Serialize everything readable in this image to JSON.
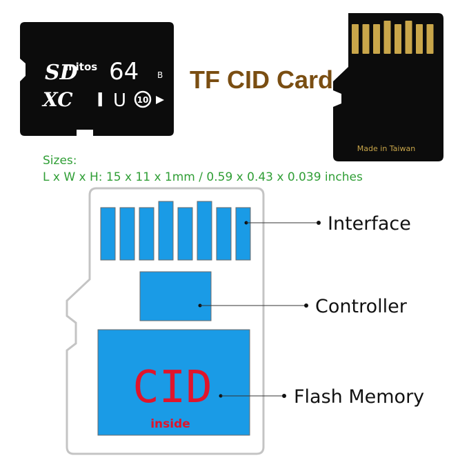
{
  "title": "TF CID Card",
  "front_card": {
    "brand": "mitos",
    "brand_mark": "SD",
    "capacity": "64",
    "grade": "B",
    "format": "XC",
    "uhs": "I",
    "uhs_speed": "U",
    "speed_class": "10"
  },
  "back_card": {
    "made_in": "Made in Taiwan",
    "contact_count": 8
  },
  "sizes": {
    "heading": "Sizes:",
    "line": "L x W x H: 15 x 11 x 1mm / 0.59 x 0.43 x 0.039 inches"
  },
  "diagram": {
    "interface_pin_count": 8,
    "cid_text": "CID",
    "cid_subtext": "inside",
    "labels": {
      "interface": "Interface",
      "controller": "Controller",
      "flash_memory": "Flash Memory"
    }
  },
  "colors": {
    "title": "#7a4e12",
    "sizes_text": "#2f9e35",
    "block_fill": "#1a9be6",
    "cid_text": "#e0142b",
    "card_black": "#0c0c0c",
    "contact_gold": "#c9a64a"
  }
}
